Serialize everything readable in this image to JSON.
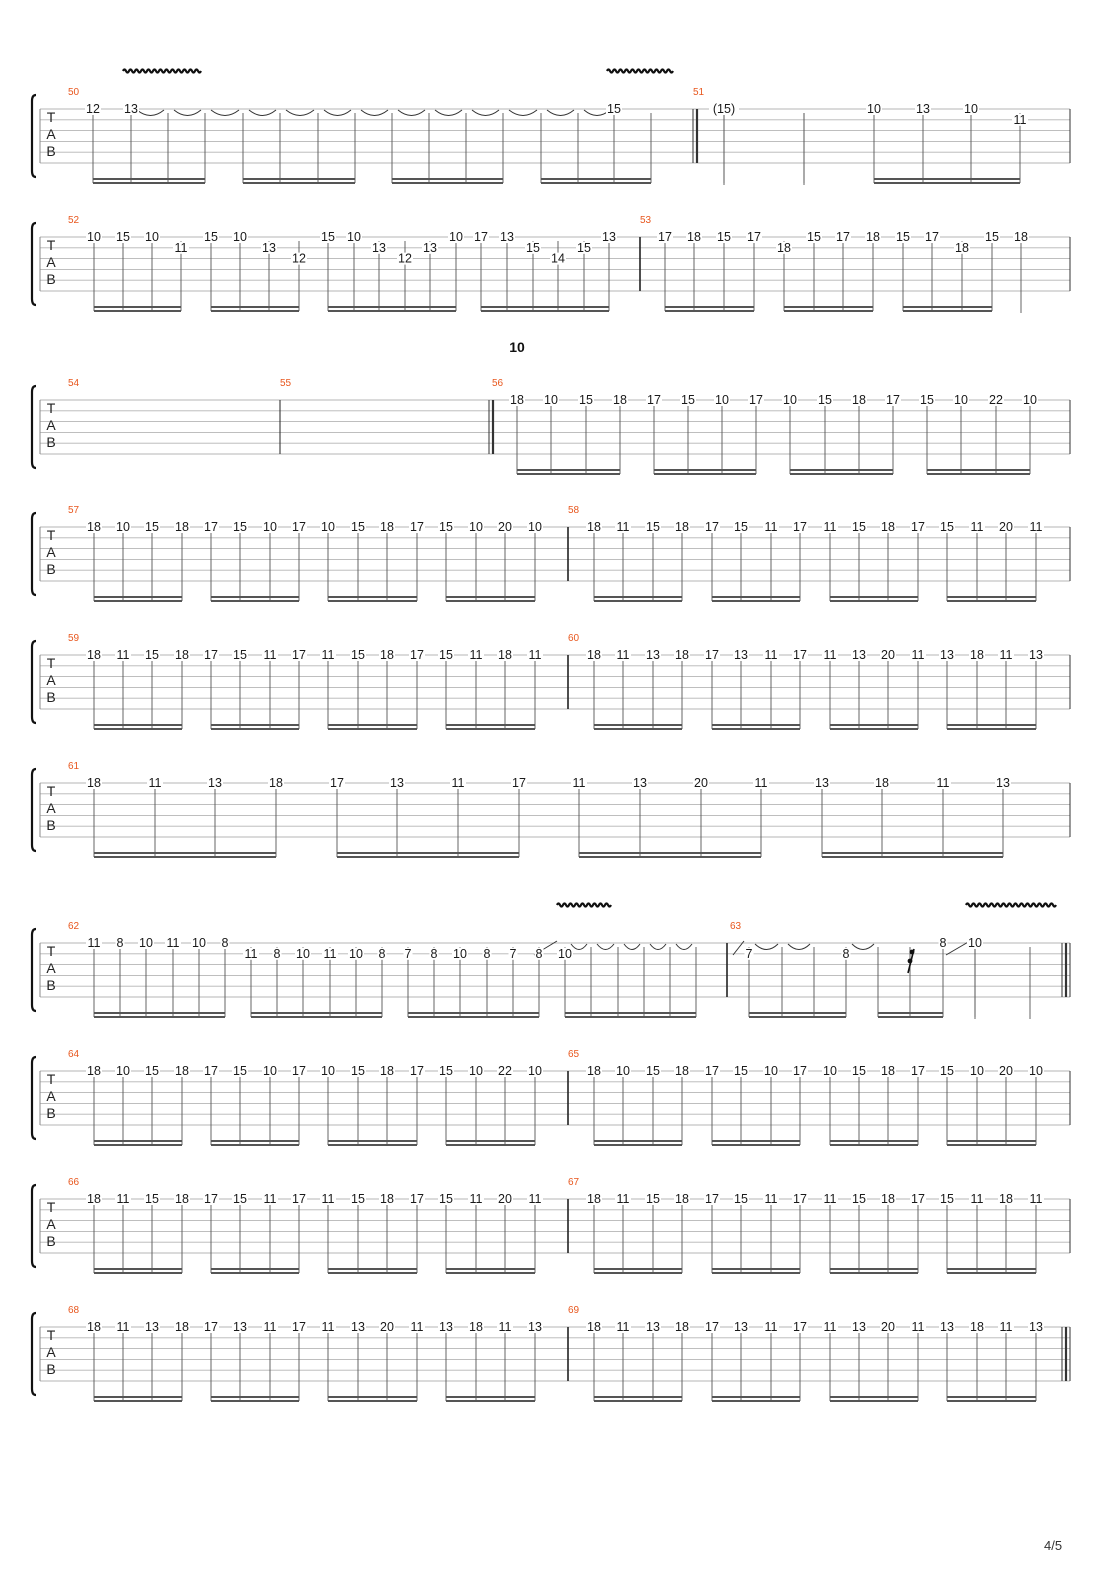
{
  "page_number": "4/5",
  "multirest_count": "10",
  "tab_clef": [
    "T",
    "A",
    "B"
  ],
  "systems": [
    {
      "measures": [
        "50",
        "51"
      ],
      "frets": [
        "12",
        "13",
        "15",
        "(15)",
        "10",
        "13",
        "10",
        "11"
      ]
    },
    {
      "measures": [
        "52",
        "53"
      ],
      "frets": [
        "10",
        "15",
        "10",
        "11",
        "15",
        "10",
        "13",
        "12",
        "15",
        "10",
        "13",
        "12",
        "13",
        "10",
        "17",
        "13",
        "15",
        "14",
        "15",
        "13",
        "17",
        "18",
        "15",
        "17",
        "18",
        "15",
        "17",
        "18",
        "15",
        "17",
        "18",
        "15",
        "18"
      ]
    },
    {
      "measures": [
        "54",
        "55",
        "56"
      ],
      "frets": [
        "18",
        "10",
        "15",
        "18",
        "17",
        "15",
        "10",
        "17",
        "10",
        "15",
        "18",
        "17",
        "15",
        "10",
        "22",
        "10"
      ]
    },
    {
      "measures": [
        "57",
        "58"
      ],
      "frets": [
        "18",
        "10",
        "15",
        "18",
        "17",
        "15",
        "10",
        "17",
        "10",
        "15",
        "18",
        "17",
        "15",
        "10",
        "20",
        "10",
        "18",
        "11",
        "15",
        "18",
        "17",
        "15",
        "11",
        "17",
        "11",
        "15",
        "18",
        "17",
        "15",
        "11",
        "20",
        "11"
      ]
    },
    {
      "measures": [
        "59",
        "60"
      ],
      "frets": [
        "18",
        "11",
        "15",
        "18",
        "17",
        "15",
        "11",
        "17",
        "11",
        "15",
        "18",
        "17",
        "15",
        "11",
        "18",
        "11",
        "18",
        "11",
        "13",
        "18",
        "17",
        "13",
        "11",
        "17",
        "11",
        "13",
        "20",
        "11",
        "13",
        "18",
        "11",
        "13"
      ]
    },
    {
      "measures": [
        "61"
      ],
      "frets": [
        "18",
        "11",
        "13",
        "18",
        "17",
        "13",
        "11",
        "17",
        "11",
        "13",
        "20",
        "11",
        "13",
        "18",
        "11",
        "13"
      ]
    },
    {
      "measures": [
        "62",
        "63"
      ],
      "frets": [
        "11",
        "8",
        "10",
        "11",
        "10",
        "8",
        "11",
        "8",
        "10",
        "11",
        "10",
        "8",
        "7",
        "8",
        "10",
        "8",
        "7",
        "8",
        "10",
        "7",
        "8",
        "8",
        "10"
      ]
    },
    {
      "measures": [
        "64",
        "65"
      ],
      "frets": [
        "18",
        "10",
        "15",
        "18",
        "17",
        "15",
        "10",
        "17",
        "10",
        "15",
        "18",
        "17",
        "15",
        "10",
        "22",
        "10",
        "18",
        "10",
        "15",
        "18",
        "17",
        "15",
        "10",
        "17",
        "10",
        "15",
        "18",
        "17",
        "15",
        "10",
        "20",
        "10"
      ]
    },
    {
      "measures": [
        "66",
        "67"
      ],
      "frets": [
        "18",
        "11",
        "15",
        "18",
        "17",
        "15",
        "11",
        "17",
        "11",
        "15",
        "18",
        "17",
        "15",
        "11",
        "20",
        "11",
        "18",
        "11",
        "15",
        "18",
        "17",
        "15",
        "11",
        "17",
        "11",
        "15",
        "18",
        "17",
        "15",
        "11",
        "18",
        "11"
      ]
    },
    {
      "measures": [
        "68",
        "69"
      ],
      "frets": [
        "18",
        "11",
        "13",
        "18",
        "17",
        "13",
        "11",
        "17",
        "11",
        "13",
        "20",
        "11",
        "13",
        "18",
        "11",
        "13",
        "18",
        "11",
        "13",
        "18",
        "17",
        "13",
        "11",
        "17",
        "11",
        "13",
        "20",
        "11",
        "13",
        "18",
        "11",
        "13"
      ]
    }
  ]
}
